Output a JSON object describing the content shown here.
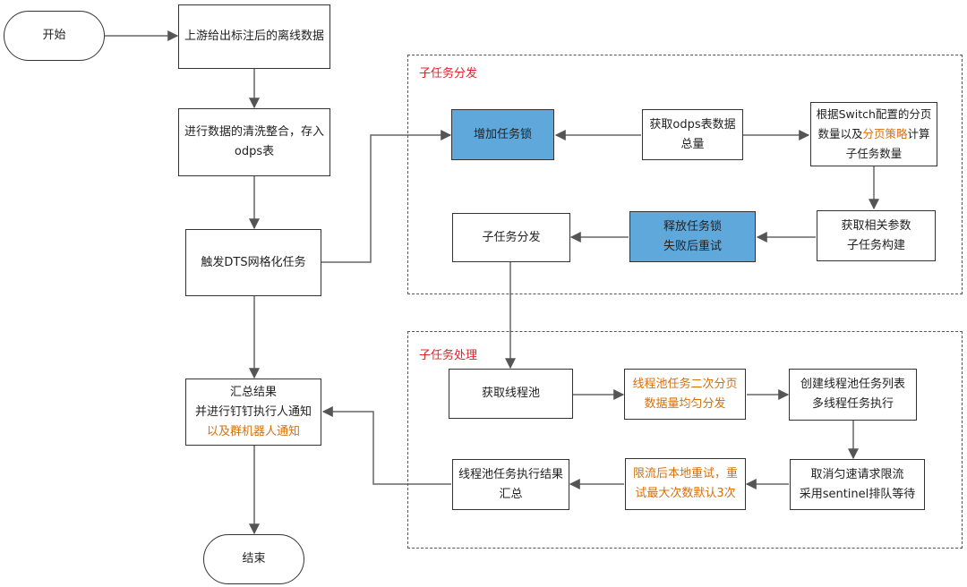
{
  "nodes": {
    "start": "开始",
    "upstream": "上游给出标注后的离线数据",
    "clean_l1": "进行数据的清洗整合，存入",
    "clean_l2": "odps表",
    "trigger": "触发DTS网格化任务",
    "summary_l1": "汇总结果",
    "summary_l2": "并进行钉钉执行人通知",
    "summary_l3": "以及群机器人通知",
    "end": "结束",
    "add_lock": "增加任务锁",
    "get_total_l1": "获取odps表数据",
    "get_total_l2": "总量",
    "calc_l1": "根据Switch配置的分页",
    "calc_l2a": "数量以及",
    "calc_l2b": "分页策略",
    "calc_l2c": "计算",
    "calc_l3": "子任务数量",
    "params_l1": "获取相关参数",
    "params_l2": "子任务构建",
    "release_l1": "释放任务锁",
    "release_l2": "失败后重试",
    "dispatch": "子任务分发",
    "get_pool": "获取线程池",
    "pool_split_l1": "线程池任务二次分页",
    "pool_split_l2": "数据量均匀分发",
    "create_list_l1": "创建线程池任务列表",
    "create_list_l2": "多线程任务执行",
    "cancel_l1": "取消匀速请求限流",
    "cancel_l2": "采用sentinel排队等待",
    "retry_l1": "限流后本地重试，重",
    "retry_l2": "试最大次数默认3次",
    "pool_result_l1": "线程池任务执行结果",
    "pool_result_l2": "汇总"
  },
  "groups": {
    "dispatch_group": "子任务分发",
    "process_group": "子任务处理"
  },
  "colors": {
    "highlight_fill": "#5fa8dc",
    "accent_text": "#d5700b",
    "group_label": "#e0242c"
  }
}
